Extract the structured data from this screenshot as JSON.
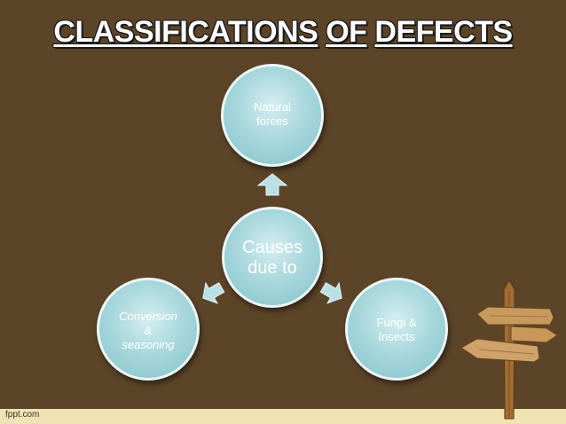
{
  "title": {
    "word1": "CLASSIFICATIONS",
    "word2": "OF",
    "word3": "DEFECTS"
  },
  "diagram": {
    "center": "Causes\ndue to",
    "top": "Natural\nforces",
    "left": "Conversion\n&\nseasoning",
    "right": "Fungi &\nInsects"
  },
  "footer": {
    "text": "fppt.com"
  },
  "colors": {
    "background": "#5c4428",
    "circle_fill": "#a9d8dd",
    "footer_bar": "#f1e2b3"
  },
  "icons": [
    "arrow-up-icon",
    "arrow-left-down-icon",
    "arrow-right-down-icon",
    "signpost-icon"
  ]
}
